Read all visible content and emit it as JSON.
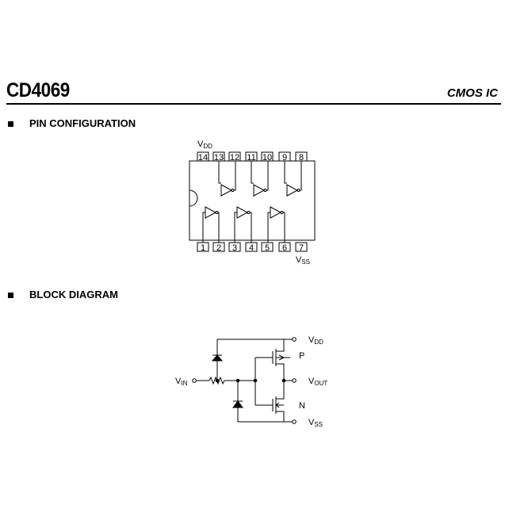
{
  "header": {
    "part_number": "CD4069",
    "family": "CMOS IC"
  },
  "sections": [
    {
      "heading": "PIN CONFIGURATION"
    },
    {
      "heading": "BLOCK DIAGRAM"
    }
  ],
  "pin_config": {
    "top_pins": [
      "14",
      "13",
      "12",
      "11",
      "10",
      "9",
      "8"
    ],
    "bottom_pins": [
      "1",
      "2",
      "3",
      "4",
      "5",
      "6",
      "7"
    ],
    "vdd": {
      "main": "V",
      "sub": "DD"
    },
    "vss": {
      "main": "V",
      "sub": "SS"
    }
  },
  "block_diagram": {
    "vin": {
      "main": "V",
      "sub": "IN"
    },
    "vdd": {
      "main": "V",
      "sub": "DD"
    },
    "vout": {
      "main": "V",
      "sub": "OUT"
    },
    "vss": {
      "main": "V",
      "sub": "SS"
    },
    "p_label": "P",
    "n_label": "N"
  }
}
